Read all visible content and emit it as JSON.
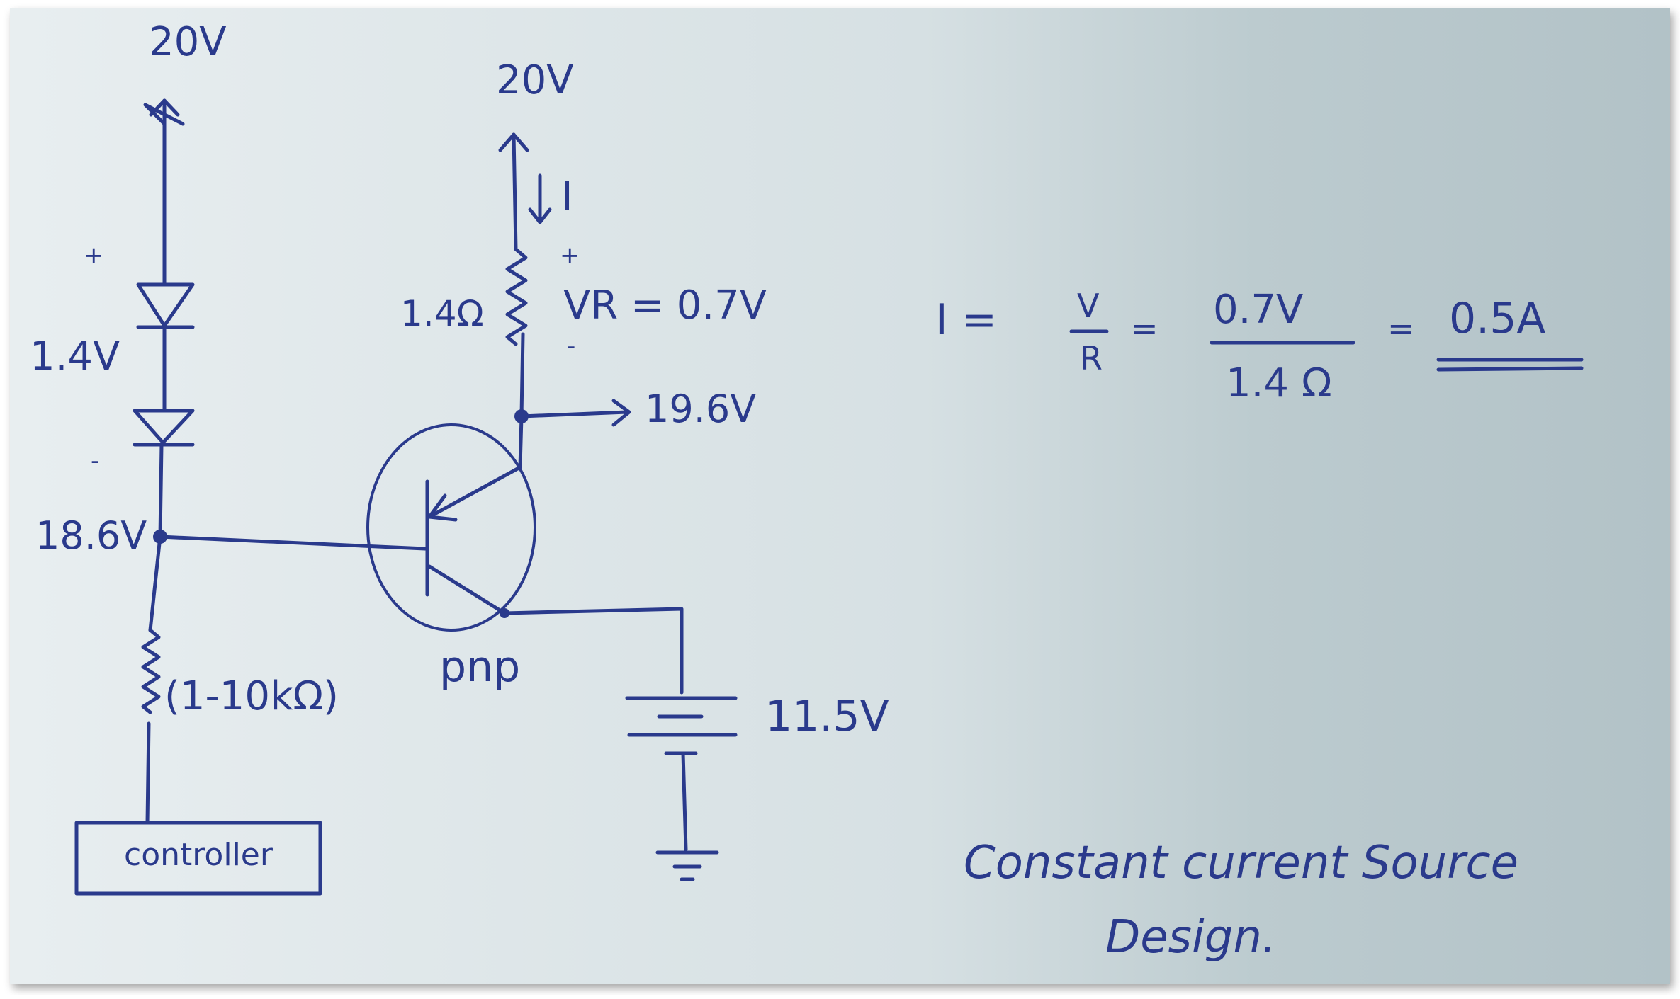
{
  "diagram": {
    "left_supply": "20V",
    "right_supply": "20V",
    "current_label": "I",
    "diode_plus": "+",
    "diode_drop": "1.4V",
    "diode_minus": "-",
    "base_node": "18.6V",
    "base_resistor": "(1-10kΩ)",
    "controller": "controller",
    "emitter_resistor": "1.4Ω",
    "vr_plus": "+",
    "vr_label": "VR = 0.7V",
    "vr_minus": "-",
    "emitter_node": "19.6V",
    "transistor": "pnp",
    "battery": "11.5V",
    "formula_lhs": "I =",
    "formula_v": "V",
    "formula_r": "R",
    "formula_eq": "=",
    "formula_num": "0.7V",
    "formula_den": "1.4 Ω",
    "formula_eq2": "=",
    "formula_result": "0.5A",
    "caption_line1": "Constant current Source",
    "caption_line2": "Design."
  },
  "colors": {
    "ink": "#2a3a8c",
    "paper_left": "#e6ecef",
    "paper_right": "#b4c3c8"
  }
}
